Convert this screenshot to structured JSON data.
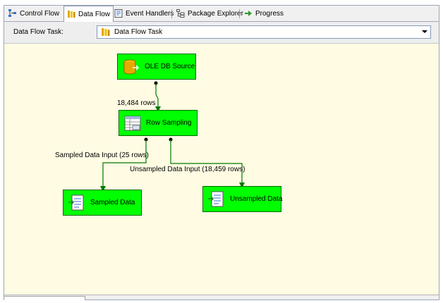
{
  "tabs": [
    {
      "label": "Control Flow",
      "icon": "control-flow-icon",
      "active": false
    },
    {
      "label": "Data Flow",
      "icon": "data-flow-icon",
      "active": true
    },
    {
      "label": "Event Handlers",
      "icon": "event-handlers-icon",
      "active": false
    },
    {
      "label": "Package Explorer",
      "icon": "package-explorer-icon",
      "active": false
    },
    {
      "label": "Progress",
      "icon": "progress-icon",
      "active": false
    }
  ],
  "task_row": {
    "label": "Data Flow Task:",
    "selected": "Data Flow Task",
    "icon": "data-flow-task-icon"
  },
  "components": {
    "source": {
      "label": "OLE DB Source",
      "icon": "database-icon"
    },
    "sampling": {
      "label": "Row Sampling",
      "icon": "row-sampling-icon"
    },
    "sampled": {
      "label": "Sampled Data",
      "icon": "destination-icon"
    },
    "unsampled": {
      "label": "Unsampled Data",
      "icon": "destination-icon"
    }
  },
  "paths": {
    "source_to_sampling": "18,484 rows",
    "sampled_output": "Sampled Data Input (25 rows)",
    "unsampled_output": "Unsampled Data Input (18,459 rows)"
  },
  "colors": {
    "component_fill": "#00ff00",
    "path_line": "#007a00",
    "canvas_bg": "#fffce3"
  }
}
